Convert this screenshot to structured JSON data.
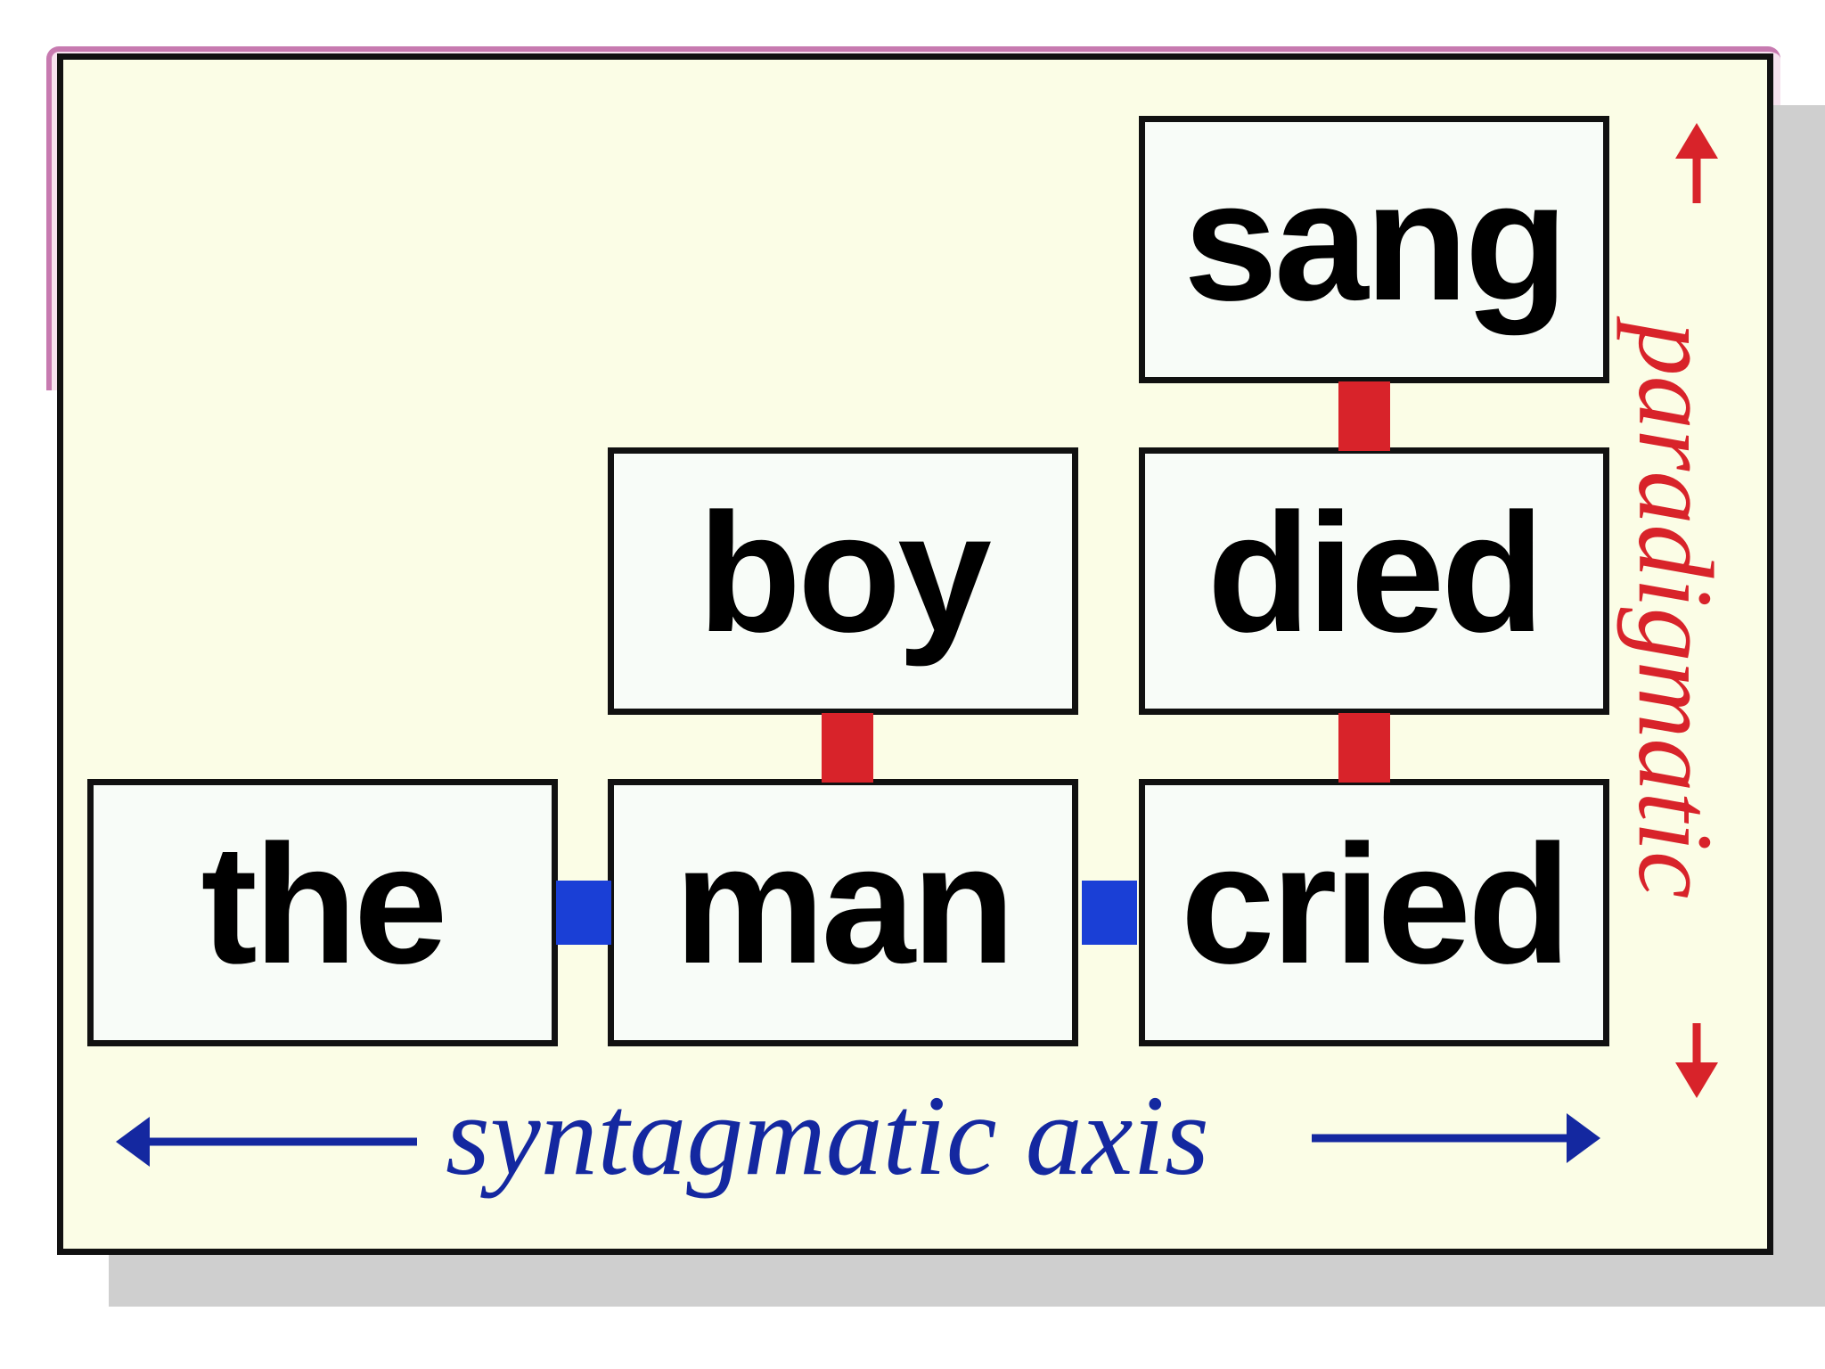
{
  "colors": {
    "panel_bg": "#fbfde6",
    "box_bg": "#f8fcf8",
    "border": "#111111",
    "syntagmatic": "#1428a0",
    "paradigmatic": "#d8232a",
    "vertical_link": "#d8232a",
    "horizontal_link": "#1a3fd6",
    "accent_pink": "#c77ab0"
  },
  "words": {
    "the": "the",
    "man": "man",
    "cried": "cried",
    "boy": "boy",
    "died": "died",
    "sang": "sang"
  },
  "axes": {
    "syntagmatic": "syntagmatic axis",
    "paradigmatic": "paradigmatic"
  }
}
